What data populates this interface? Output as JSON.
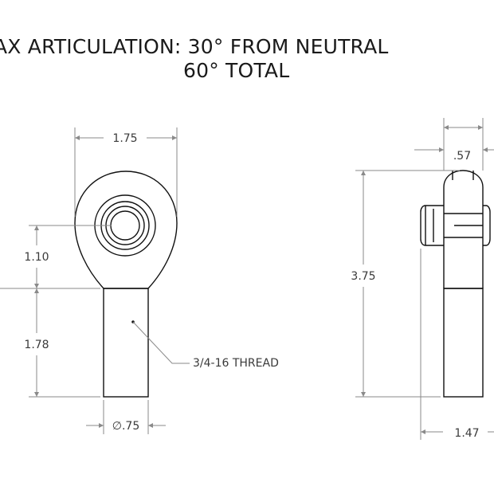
{
  "title": {
    "line1": "AX ARTICULATION: 30° FROM NEUTRAL",
    "line2": "60° TOTAL"
  },
  "dimensions": {
    "head_width": "1.75",
    "ball_width": ".57",
    "center_to_shank": "1.10",
    "shank_length": "1.78",
    "overall_length": "3.75",
    "shank_diameter": "∅.75",
    "side_length": "1.47"
  },
  "callouts": {
    "thread": "3/4-16 THREAD"
  }
}
